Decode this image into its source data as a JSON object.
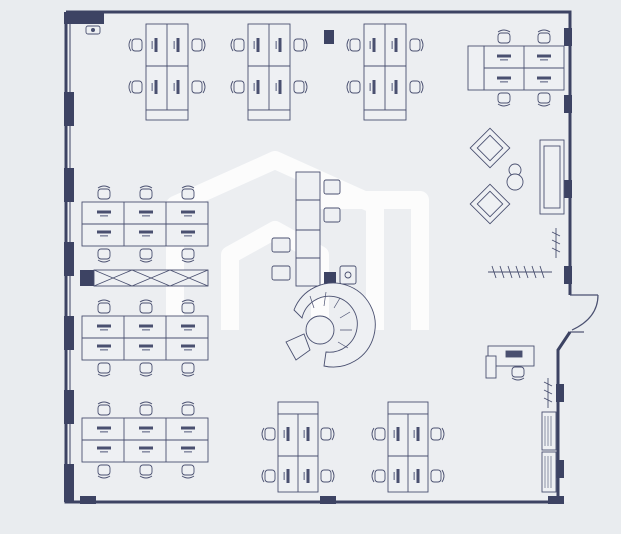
{
  "plan": {
    "colors": {
      "background": "#e9ecef",
      "floor": "#eceef1",
      "wall": "#3d4363",
      "line": "#4a5070",
      "furniture_fill": "#eef0f3",
      "watermark": "#ffffff"
    },
    "zones": [
      "workstation-clusters-top",
      "workstation-rows-left",
      "workstation-clusters-bottom",
      "lounge-right",
      "central-sofa-and-round-table",
      "entrance-door-right",
      "storage-right-bottom"
    ],
    "icons": [
      "house-logo-watermark",
      "camera-icon",
      "door-swing-icon",
      "desk-chair-icon"
    ]
  }
}
